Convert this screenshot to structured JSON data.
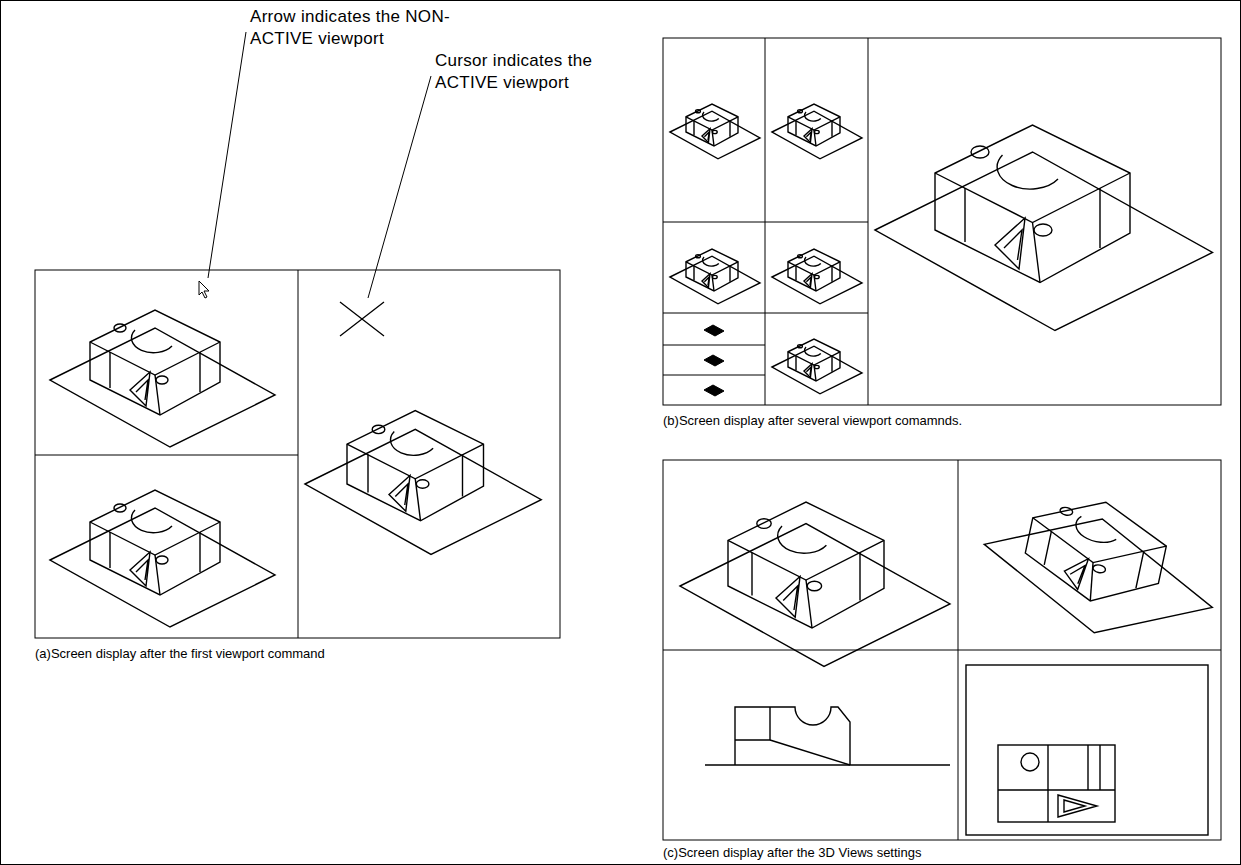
{
  "diagram": {
    "labels": [
      "Arrow indicates the NON-ACTIVE viewport",
      "Cursor indicates the ACTIVE viewport",
      "(a)Screen display after the first viewport command",
      "(b)Screen display after several viewport comamnds.",
      "(c)Screen display after the 3D Views settings"
    ]
  }
}
